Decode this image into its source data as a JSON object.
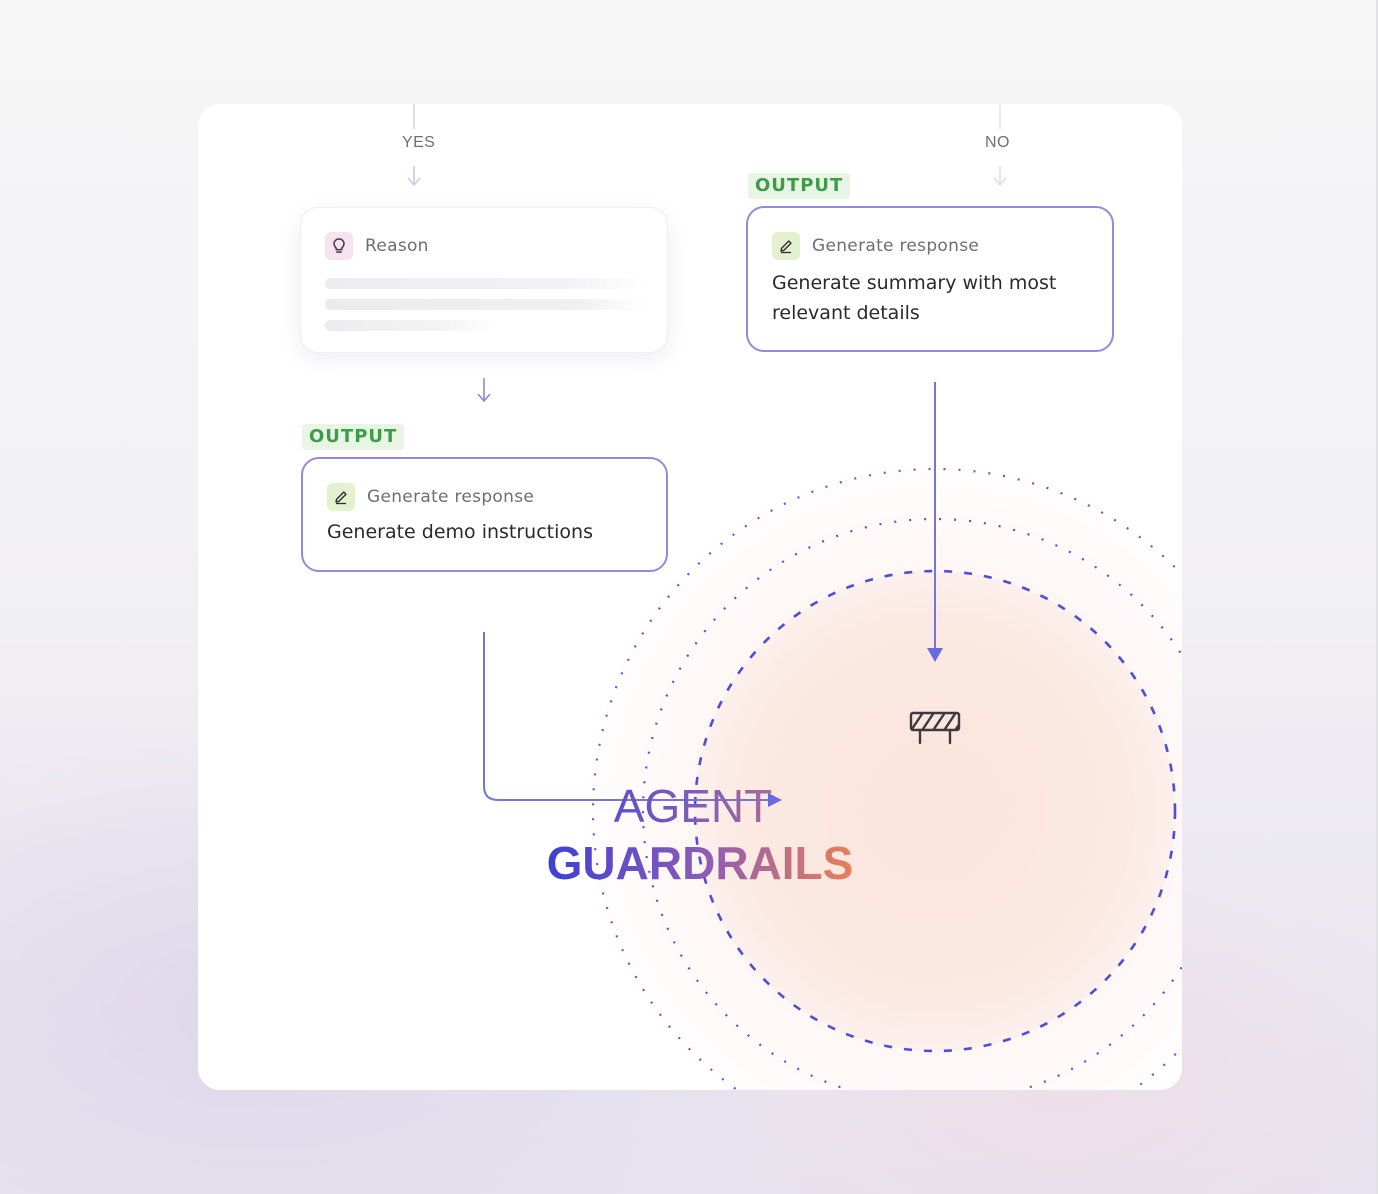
{
  "branches": {
    "yes_label": "YES",
    "no_label": "NO"
  },
  "left_flow": {
    "reason_node": {
      "type_label": "Reason",
      "icon": "lightbulb-icon"
    },
    "output_tag": "OUTPUT",
    "response_node": {
      "type_label": "Generate response",
      "icon": "pencil-icon",
      "text": "Generate demo instructions"
    }
  },
  "right_flow": {
    "output_tag": "OUTPUT",
    "response_node": {
      "type_label": "Generate response",
      "icon": "pencil-icon",
      "text_line1": "Generate summary with most",
      "text_line2": "relevant details"
    }
  },
  "guardrails": {
    "icon": "barrier-icon",
    "title_line1": "AGENT",
    "title_line2": "GUARDRAILS"
  },
  "colors": {
    "connector": "#7474dc",
    "ring_dots": "#5656e2",
    "node_border": "#8e8ce0",
    "output_tag_bg": "#e7f5e4",
    "output_tag_text": "#3e9b48",
    "core_fill": "#fbe7df"
  }
}
